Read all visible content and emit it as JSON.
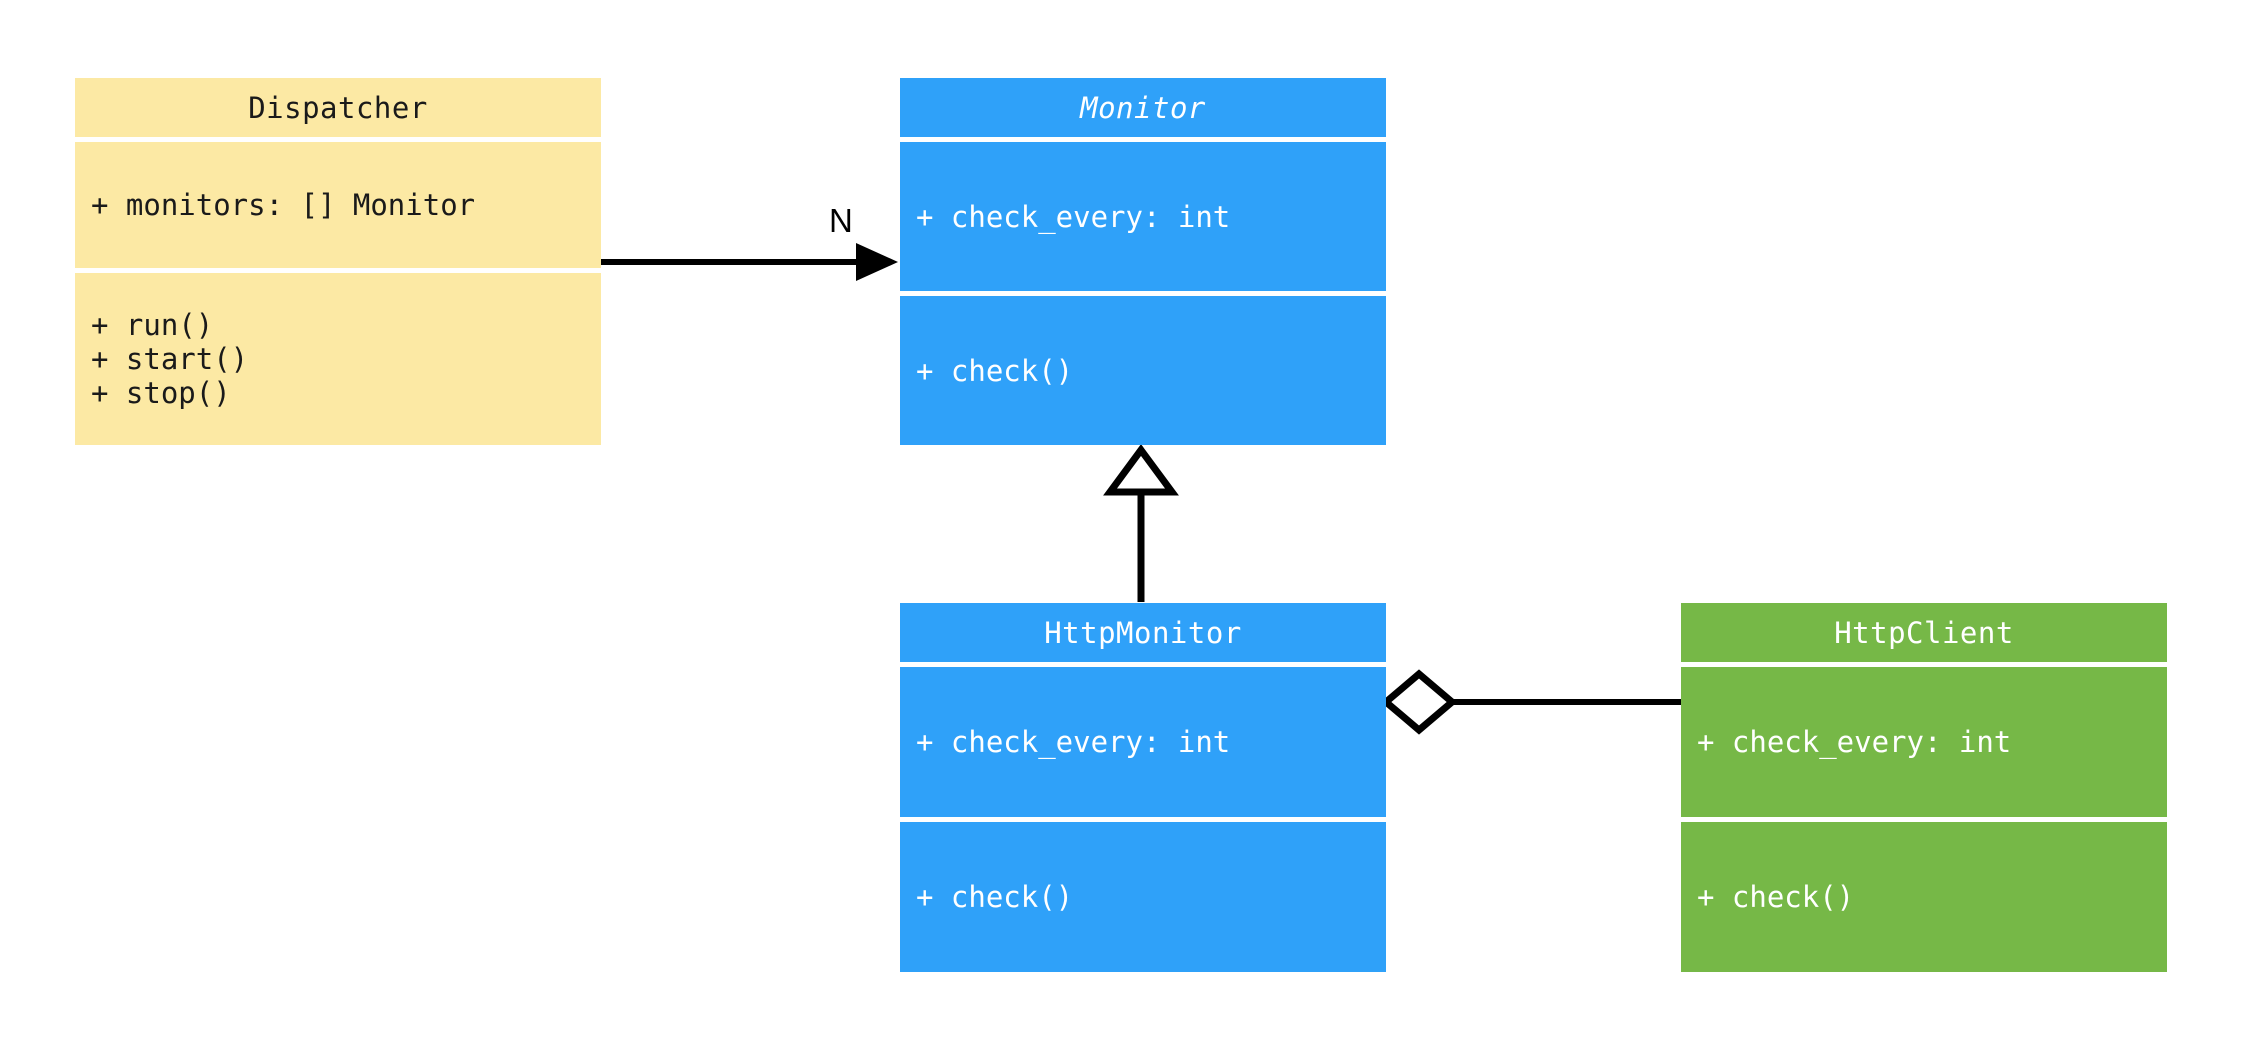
{
  "diagram": {
    "title": "UML class diagram",
    "background": "#ffffff",
    "palette": {
      "yellow": "#fce9a4",
      "blue": "#2fa1f9",
      "green": "#76b847",
      "line": "#000000",
      "text_dark": "#1a1a1a",
      "text_light": "#ffffff"
    }
  },
  "classes": [
    {
      "id": "dispatcher",
      "name": "Dispatcher",
      "abstract": false,
      "color": "#fce9a4",
      "attributes": [
        "+ monitors: [] Monitor"
      ],
      "methods": [
        "+ run()",
        "+ start()",
        "+ stop()"
      ]
    },
    {
      "id": "monitor",
      "name": "Monitor",
      "abstract": true,
      "color": "#2fa1f9",
      "attributes": [
        "+ check_every: int"
      ],
      "methods": [
        "+ check()"
      ]
    },
    {
      "id": "httpmonitor",
      "name": "HttpMonitor",
      "abstract": false,
      "color": "#2fa1f9",
      "attributes": [
        "+ check_every: int"
      ],
      "methods": [
        "+ check()"
      ]
    },
    {
      "id": "httpclient",
      "name": "HttpClient",
      "abstract": false,
      "color": "#76b847",
      "attributes": [
        "+ check_every: int"
      ],
      "methods": [
        "+ check()"
      ]
    }
  ],
  "relationships": [
    {
      "id": "dispatcher-to-monitor",
      "type": "association",
      "from": "Dispatcher",
      "to": "Monitor",
      "label": "N",
      "arrow": "filled-arrowhead"
    },
    {
      "id": "httpmonitor-to-monitor",
      "type": "generalization",
      "from": "HttpMonitor",
      "to": "Monitor",
      "label": "",
      "arrow": "hollow-triangle"
    },
    {
      "id": "httpmonitor-to-httpclient",
      "type": "aggregation",
      "from": "HttpMonitor",
      "to": "HttpClient",
      "label": "",
      "arrow": "hollow-diamond"
    }
  ]
}
